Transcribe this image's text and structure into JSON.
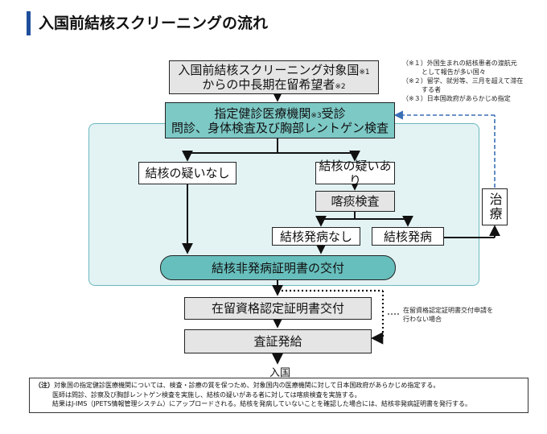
{
  "title": "入国前結核スクリーニングの流れ",
  "nodes": {
    "target_line1_main": "入国前結核スクリーニング対象国",
    "target_line1_sup": "※1",
    "target_line2_main": "からの中長期在留希望者",
    "target_line2_sup": "※2",
    "clinic_line1_a": "指定健診医療機関",
    "clinic_line1_sup": "※3",
    "clinic_line1_b": "受診",
    "clinic_line2": "問診、身体検査及び胸部レントゲン検査",
    "no_suspicion": "結核の疑いなし",
    "suspicion": "結核の疑いあり",
    "sputum": "喀痰検査",
    "not_developed": "結核発病なし",
    "developed": "結核発病",
    "treatment": "治療",
    "certificate": "結核非発病証明書の交付",
    "residence_cert": "在留資格認定証明書交付",
    "visa": "査証発給",
    "entry": "入国"
  },
  "side_notes": [
    "（※１）外国生まれの結核患者の渡航元",
    "　　　として報告が多い国々",
    "（※２）留学、就労等、三月を超えて滞在",
    "　　　する者",
    "（※３）日本国政府があらかじめ指定"
  ],
  "dotted_note": [
    "在留資格認定証明書交付申請を",
    "行わない場合"
  ],
  "footnote": {
    "label": "（注）",
    "lines": [
      "対象国の指定健診医療機関については、検査・診療の質を保つため、対象国内の医療機関に対して日本国政府があらかじめ指定する。",
      "医師は問診、診察及び胸部レントゲン検査を実施し、結核の疑いがある者に対しては喀痰検査を実施する。",
      "結果はJ-IMS（JPETS情報管理システム）にアップロードされる。結核を発病していないことを確認した場合には、結核非発病証明書を発行する。"
    ]
  },
  "colors": {
    "title_bar": "#1f4e9c",
    "zone_fill": "#e3f3f4",
    "zone_border": "#6bb8bd",
    "box_grey": "#e5e5e5",
    "box_teal": "#67bfbd",
    "dashed_arrow": "#3a6fb5"
  }
}
